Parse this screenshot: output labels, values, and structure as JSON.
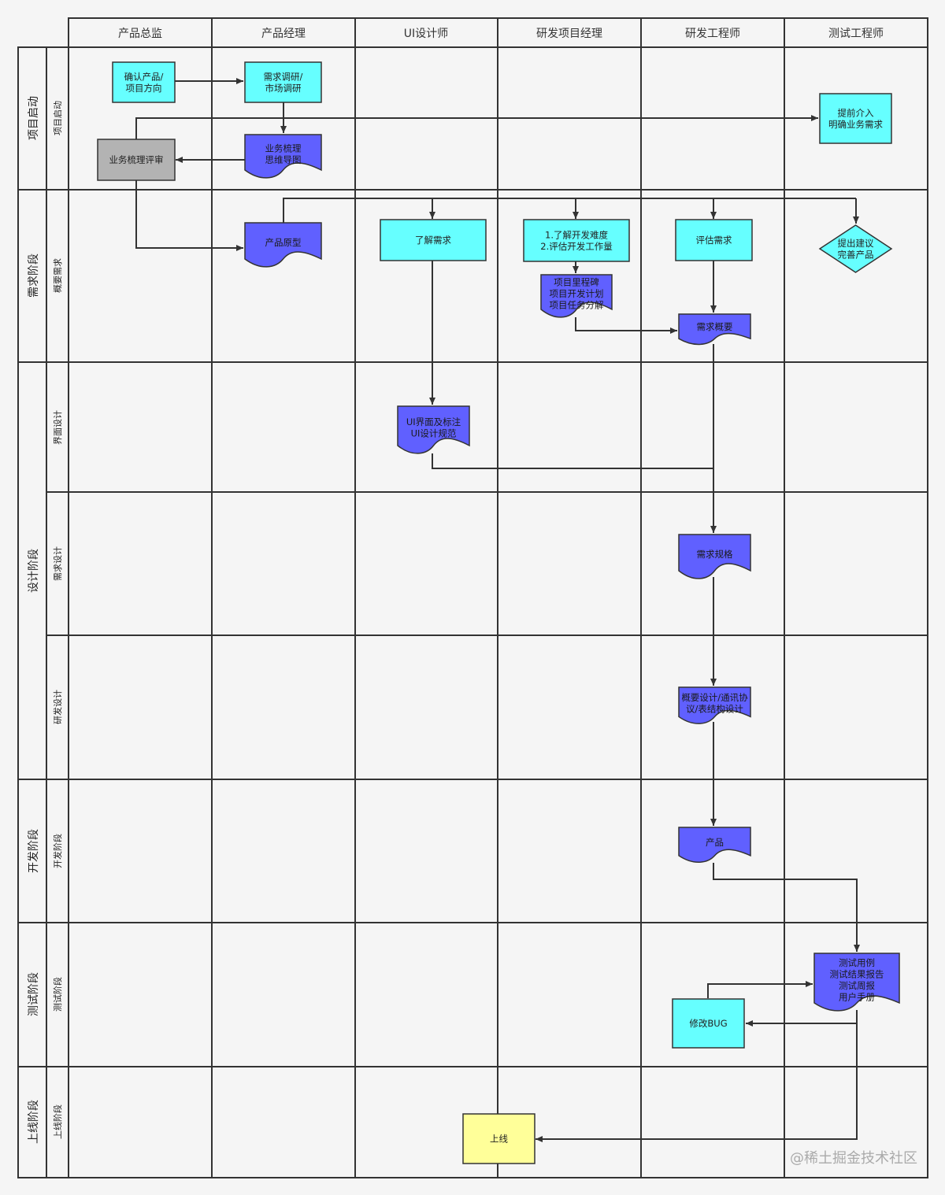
{
  "columns": [
    {
      "key": "director",
      "label": "产品总监"
    },
    {
      "key": "pm",
      "label": "产品经理"
    },
    {
      "key": "ui",
      "label": "UI设计师"
    },
    {
      "key": "dpm",
      "label": "研发项目经理"
    },
    {
      "key": "dev",
      "label": "研发工程师"
    },
    {
      "key": "qa",
      "label": "测试工程师"
    }
  ],
  "phases": [
    {
      "label": "项目启动",
      "subs": [
        "项目启动"
      ]
    },
    {
      "label": "需求阶段",
      "subs": [
        "概要需求"
      ]
    },
    {
      "label": "设计阶段",
      "subs": [
        "界面设计",
        "需求设计",
        "研发设计"
      ]
    },
    {
      "label": "开发阶段",
      "subs": [
        "开发阶段"
      ]
    },
    {
      "label": "测试阶段",
      "subs": [
        "测试阶段"
      ]
    },
    {
      "label": "上线阶段",
      "subs": [
        "上线阶段"
      ]
    }
  ],
  "nodes": {
    "confirm_product": {
      "lines": [
        "确认产品/",
        "项目方向"
      ]
    },
    "research": {
      "lines": [
        "需求调研/",
        "市场调研"
      ]
    },
    "business_review": {
      "lines": [
        "业务梳理评审"
      ]
    },
    "mindmap": {
      "lines": [
        "业务梳理",
        "思维导图"
      ]
    },
    "early_involve": {
      "lines": [
        "提前介入",
        "明确业务需求"
      ]
    },
    "prototype": {
      "lines": [
        "产品原型"
      ]
    },
    "understand_req": {
      "lines": [
        "了解需求"
      ]
    },
    "dev_estimate": {
      "lines": [
        "1.了解开发难度",
        "2.评估开发工作量"
      ]
    },
    "eval_req": {
      "lines": [
        "评估需求"
      ]
    },
    "suggest": {
      "lines": [
        "提出建议",
        "完善产品"
      ]
    },
    "milestones": {
      "lines": [
        "项目里程碑",
        "项目开发计划",
        "项目任务分解"
      ]
    },
    "req_summary": {
      "lines": [
        "需求概要"
      ]
    },
    "ui_spec": {
      "lines": [
        "UI界面及标注",
        "UI设计规范"
      ]
    },
    "req_spec": {
      "lines": [
        "需求规格"
      ]
    },
    "design_doc": {
      "lines": [
        "概要设计/通讯协",
        "议/表结构设计"
      ]
    },
    "product": {
      "lines": [
        "产品"
      ]
    },
    "test_docs": {
      "lines": [
        "测试用例",
        "测试结果报告",
        "测试周报",
        "用户手册"
      ]
    },
    "fix_bug": {
      "lines": [
        "修改BUG"
      ]
    },
    "launch": {
      "lines": [
        "上线"
      ]
    }
  },
  "colors": {
    "process": "#66ffff",
    "document": "#6060ff",
    "review": "#b3b3b3",
    "launch": "#ffff99"
  },
  "watermark": "@稀土掘金技术社区"
}
